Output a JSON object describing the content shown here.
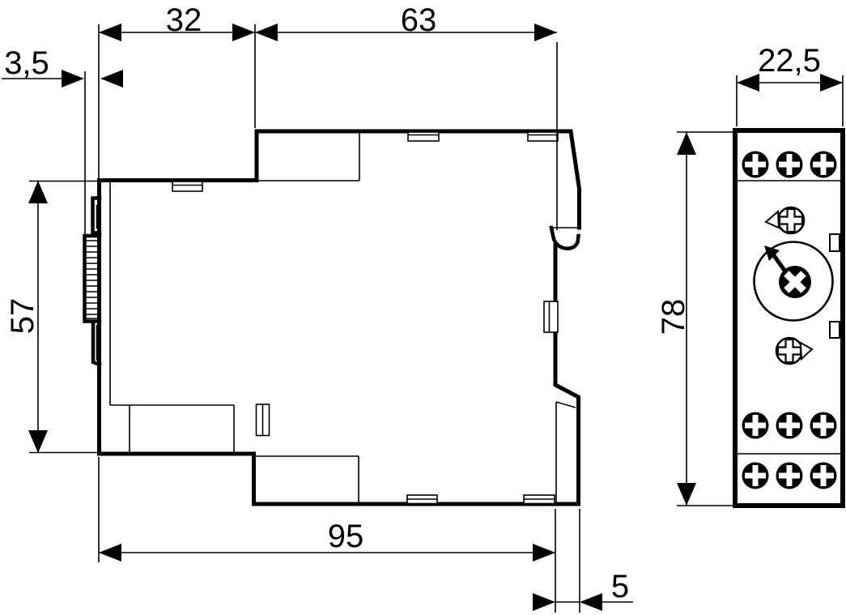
{
  "colors": {
    "background": "#ffffff",
    "ink": "#000000"
  },
  "drawing_type": "technical-dimension-drawing",
  "dimensions": {
    "d32": "32",
    "d63": "63",
    "d3_5": "3,5",
    "d57": "57",
    "d95": "95",
    "d5": "5",
    "d22_5": "22,5",
    "d78": "78"
  }
}
